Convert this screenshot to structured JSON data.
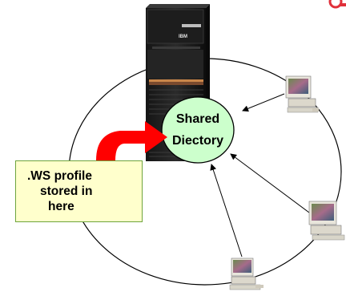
{
  "shared_directory": {
    "line1": "Shared",
    "line2": "Diectory",
    "fill_color": "#ccffcc"
  },
  "note": {
    "line1": ".WS profile",
    "line2": "stored in",
    "line3": "here",
    "fill_color": "#ffffcc",
    "border_color": "#6ea43c"
  },
  "server": {
    "brand": "IBM",
    "icon": "server-tower-icon"
  },
  "clients": [
    {
      "icon": "workstation-icon"
    },
    {
      "icon": "workstation-icon"
    },
    {
      "icon": "workstation-icon"
    }
  ],
  "colors": {
    "arrow": "#ff0000",
    "connector": "#000000",
    "logo": "#e0303a"
  }
}
